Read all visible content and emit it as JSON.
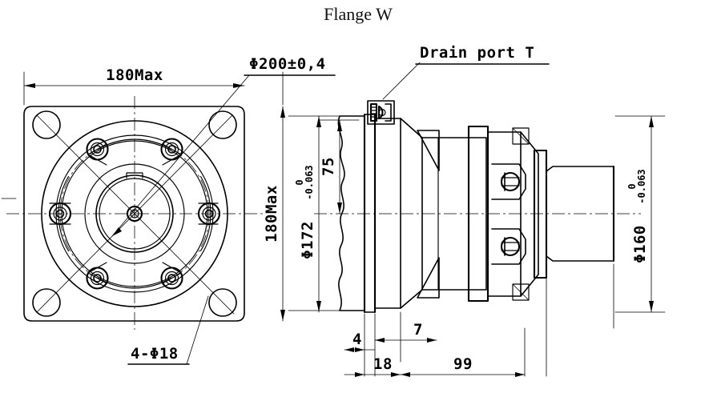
{
  "title": "Flange  W",
  "views": {
    "front": {
      "name": "front-flange-view",
      "dimensions": {
        "width_top": "180Max",
        "height_right": "180Max",
        "bolt_circle": "Φ200±0,4",
        "corner_holes": "4-Φ18"
      }
    },
    "side": {
      "name": "side-section-view",
      "labels": {
        "drain_port": "Drain port T"
      },
      "dimensions": {
        "pilot_dia": "Φ172",
        "pilot_tol_upper": "0",
        "pilot_tol_lower": "-0.063",
        "half_height": "75",
        "shaft_dia": "Φ160",
        "shaft_tol_upper": "0",
        "shaft_tol_lower": "-0.063",
        "flange_thk": "4",
        "pilot_len": "7",
        "step_len": "18",
        "body_len": "99"
      }
    }
  },
  "colors": {
    "line": "#000000",
    "background": "#ffffff"
  }
}
